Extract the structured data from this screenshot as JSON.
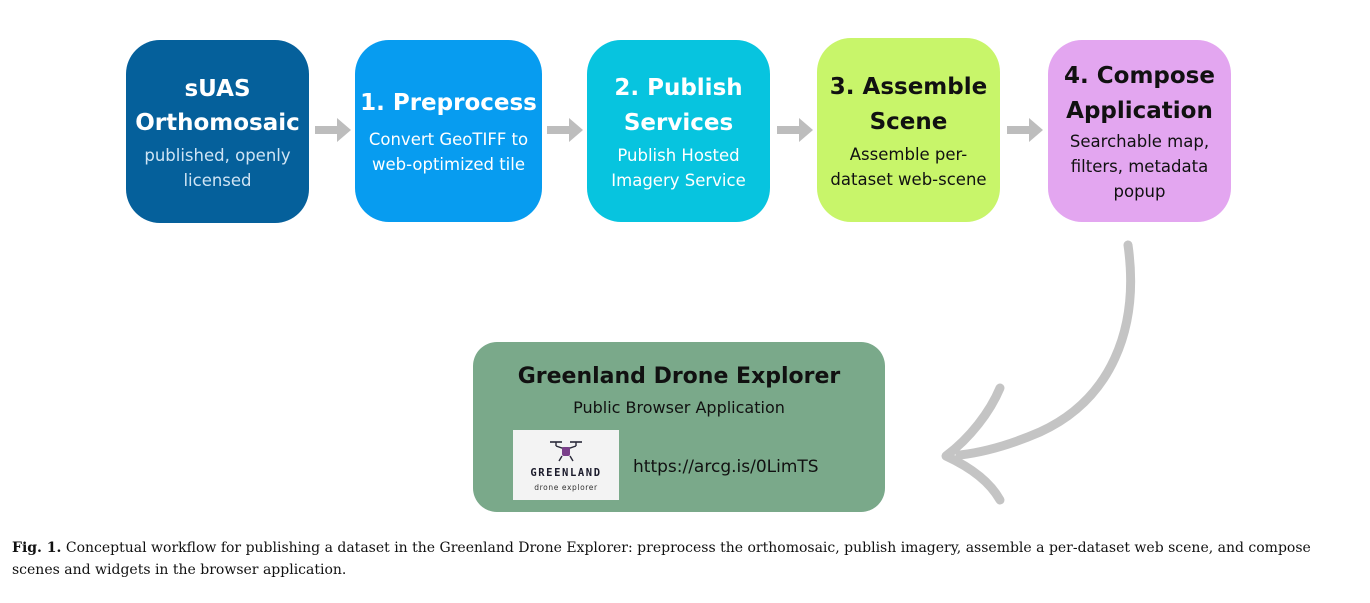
{
  "steps": [
    {
      "title_lines": [
        "sUAS",
        "Orthomosaic"
      ],
      "desc_lines": [
        "published, openly",
        "licensed"
      ]
    },
    {
      "title_lines": [
        "1. Preprocess"
      ],
      "desc_lines": [
        "Convert GeoTIFF to",
        "web-optimized tile"
      ]
    },
    {
      "title_lines": [
        "2. Publish",
        "Services"
      ],
      "desc_lines": [
        "Publish Hosted",
        "Imagery Service"
      ]
    },
    {
      "title_lines": [
        "3. Assemble",
        "Scene"
      ],
      "desc_lines": [
        "Assemble per-",
        "dataset web-scene"
      ]
    },
    {
      "title_lines": [
        "4. Compose",
        "Application"
      ],
      "desc_lines": [
        "Searchable map,",
        "filters, metadata",
        "popup"
      ]
    }
  ],
  "explorer": {
    "title": "Greenland Drone Explorer",
    "subtitle": "Public Browser Application",
    "logo_name": "GREENLAND",
    "logo_sub": "drone explorer",
    "link": "https://arcg.is/0LimTS"
  },
  "caption": {
    "label": "Fig. 1.",
    "text": "Conceptual workflow for publishing a dataset in the Greenland Drone Explorer: preprocess the orthomosaic, publish imagery, assemble a per-dataset web scene, and compose scenes and widgets in the browser application."
  },
  "colors": {
    "step0": "#05609b",
    "step1": "#079cf0",
    "step2": "#07c4df",
    "step3": "#c8f56a",
    "step4": "#e3a6f0",
    "explorer": "#7aa98a",
    "arrow": "#bdbdbd"
  },
  "icons": [
    "arrow-right-icon",
    "curved-arrow-icon",
    "drone-icon"
  ]
}
